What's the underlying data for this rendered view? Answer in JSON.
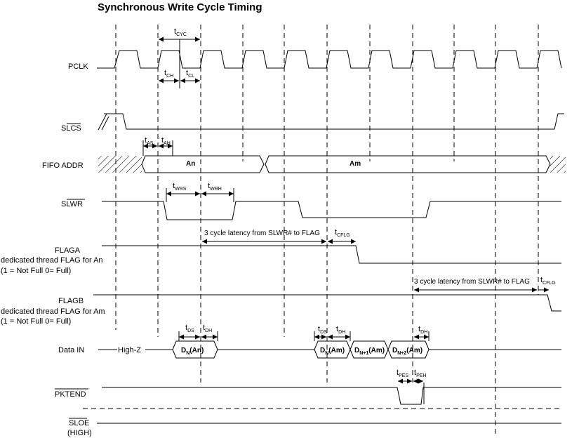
{
  "title": "Synchronous Write Cycle Timing",
  "signals": {
    "pclk": "PCLK",
    "slcs": "SLCS",
    "fifo_addr": "FIFO ADDR",
    "slwr": "SLWR",
    "flaga_name": "FLAGA",
    "flaga_desc": "dedicated thread FLAG for An",
    "flaga_note": "(1 = Not Full 0= Full)",
    "flagb_name": "FLAGB",
    "flagb_desc": "dedicated thread FLAG for Am",
    "flagb_note": "(1 = Not Full 0= Full)",
    "data_in": "Data IN",
    "pktend": "PKTEND",
    "sloe": "SLOE",
    "sloe_state": "(HIGH)"
  },
  "timing_params": {
    "tcyc": {
      "main": "t",
      "sub": "CYC"
    },
    "tch": {
      "main": "t",
      "sub": "CH"
    },
    "tcl": {
      "main": "t",
      "sub": "CL"
    },
    "tas": {
      "main": "t",
      "sub": "AS"
    },
    "tah": {
      "main": "t",
      "sub": "AH"
    },
    "twrs": {
      "main": "t",
      "sub": "WRS"
    },
    "twrh": {
      "main": "t",
      "sub": "WRH"
    },
    "tcflg_a": {
      "main": "t",
      "sub": "CFLG"
    },
    "tcflg_b": {
      "main": "t",
      "sub": "CFLG"
    },
    "tds_1": {
      "main": "t",
      "sub": "DS"
    },
    "tdh_1": {
      "main": "t",
      "sub": "DH"
    },
    "tds_2": {
      "main": "t",
      "sub": "DS"
    },
    "tdh_2": {
      "main": "t",
      "sub": "DH"
    },
    "tdh_3": {
      "main": "t",
      "sub": "DH"
    },
    "tpes": {
      "main": "t",
      "sub": "PES"
    },
    "tpeh": {
      "main": "t",
      "sub": "PEH"
    }
  },
  "annotations": {
    "latency_a": "3 cycle latency from SLWR# to FLAG",
    "latency_b": "3 cycle latency from SLWR# to FLAG"
  },
  "bus_values": {
    "addr_an": "An",
    "addr_am": "Am",
    "high_z": "High-Z",
    "d_n_an": {
      "main": "D",
      "sub": "N",
      "tail": "(An)"
    },
    "d_n_am": {
      "main": "D",
      "sub": "N",
      "tail": "(Am)"
    },
    "d_n1_am": {
      "main": "D",
      "sub": "N+1",
      "tail": "(Am)"
    },
    "d_n2_am": {
      "main": "D",
      "sub": "N+2",
      "tail": "(Am)"
    }
  }
}
